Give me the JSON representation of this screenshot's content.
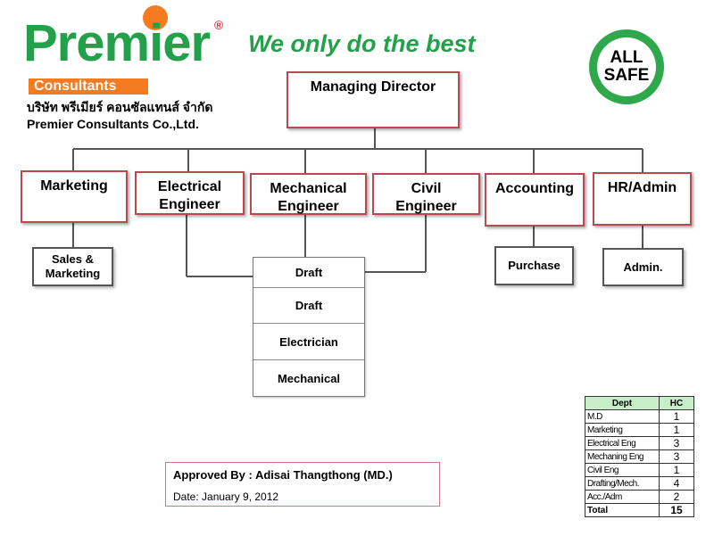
{
  "logo": {
    "name": "Premier",
    "sub": "Consultants",
    "reg": "®",
    "thai": "บริษัท พรีเมียร์ คอนซัลแทนส์ จำกัด",
    "company": "Premier Consultants Co.,Ltd."
  },
  "slogan": "We only do the best",
  "badge": {
    "line1": "ALL",
    "line2": "SAFE"
  },
  "org": {
    "director": "Managing Director",
    "departments": {
      "marketing": "Marketing",
      "electrical": [
        "Electrical",
        "Engineer"
      ],
      "mechanical": [
        "Mechanical",
        "Engineer"
      ],
      "civil": [
        "Civil",
        "Engineer"
      ],
      "accounting": "Accounting",
      "hr": "HR/Admin"
    },
    "sub_units": {
      "sales": [
        "Sales &",
        "Marketing"
      ],
      "purchase": "Purchase",
      "admin": "Admin."
    },
    "shared_units": [
      "Draft",
      "Draft",
      "Electrician",
      "Mechanical"
    ]
  },
  "approval": {
    "approved_by": "Approved By :  Adisai  Thangthong (MD.)",
    "date": "Date:   January 9, 2012"
  },
  "headcount": {
    "headers": [
      "Dept",
      "HC"
    ],
    "rows": [
      [
        "M.D",
        "1"
      ],
      [
        "Marketing",
        "1"
      ],
      [
        "Electrical Eng",
        "3"
      ],
      [
        "Mechaning Eng",
        "3"
      ],
      [
        "Civil Eng",
        "1"
      ],
      [
        "Drafting/Mech.",
        "4"
      ],
      [
        "Acc./Adm",
        "2"
      ]
    ],
    "total": [
      "Total",
      "15"
    ]
  },
  "colors": {
    "brand_green": "#22a04a",
    "brand_orange": "#f47b20",
    "box_border": "#b84a4f"
  }
}
